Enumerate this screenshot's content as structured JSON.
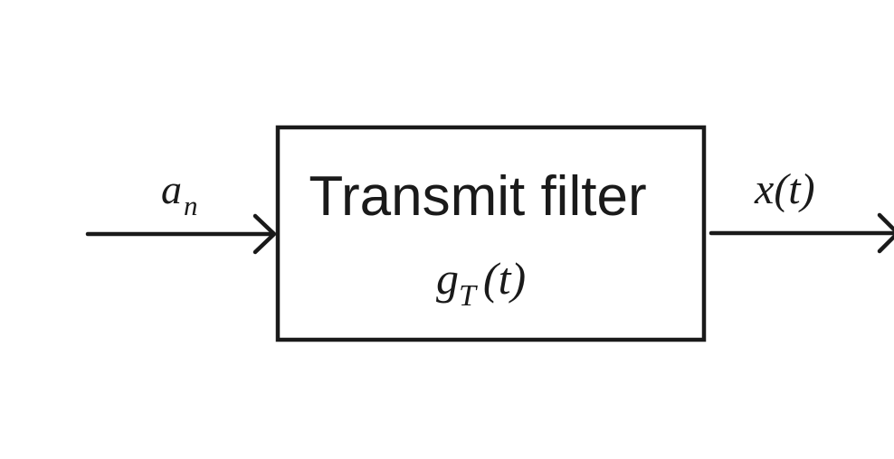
{
  "diagram": {
    "block": {
      "title": "Transmit filter",
      "function": {
        "name": "g",
        "subscript": "T",
        "argument": "(t)"
      }
    },
    "input": {
      "symbol": "a",
      "subscript": "n"
    },
    "output": {
      "symbol": "x",
      "argument": "(t)"
    }
  }
}
